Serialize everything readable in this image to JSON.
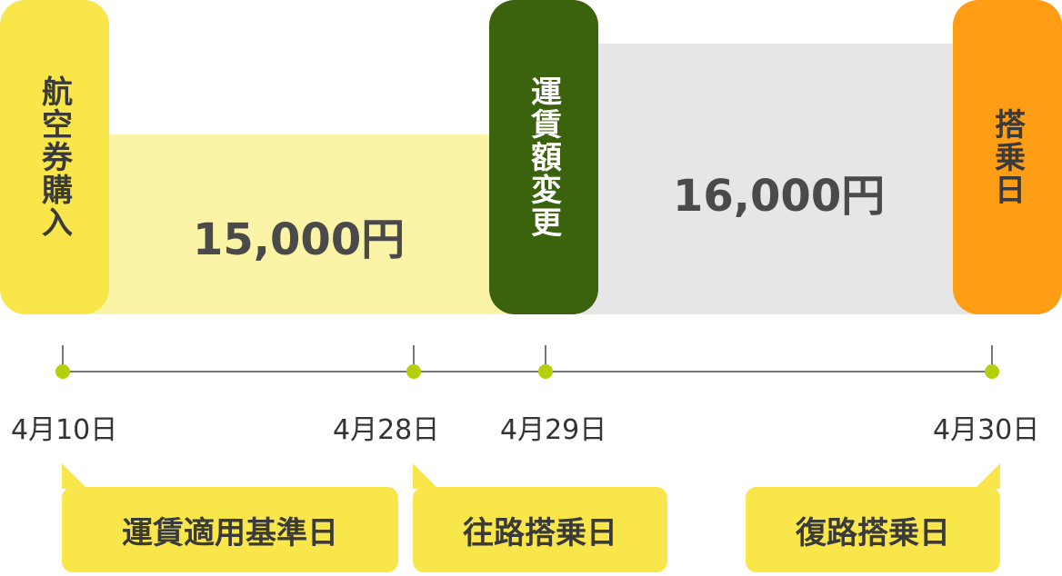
{
  "columns": {
    "purchase": "航空券購入",
    "fare_change": "運賃額変更",
    "boarding": "搭乗日"
  },
  "prices": {
    "first": "15,000円",
    "second": "16,000円"
  },
  "dates": [
    "4月10日",
    "4月28日",
    "4月29日",
    "4月30日"
  ],
  "callouts": {
    "fare_basis": "運賃適用基準日",
    "outbound": "往路搭乗日",
    "return": "復路搭乗日"
  },
  "colors": {
    "yellow": "#f8e64a",
    "light_yellow": "#fbf4a6",
    "dark_green": "#3b620c",
    "orange": "#ff9d14",
    "grey": "#e6e6e6",
    "dot": "#b5cf0c"
  }
}
